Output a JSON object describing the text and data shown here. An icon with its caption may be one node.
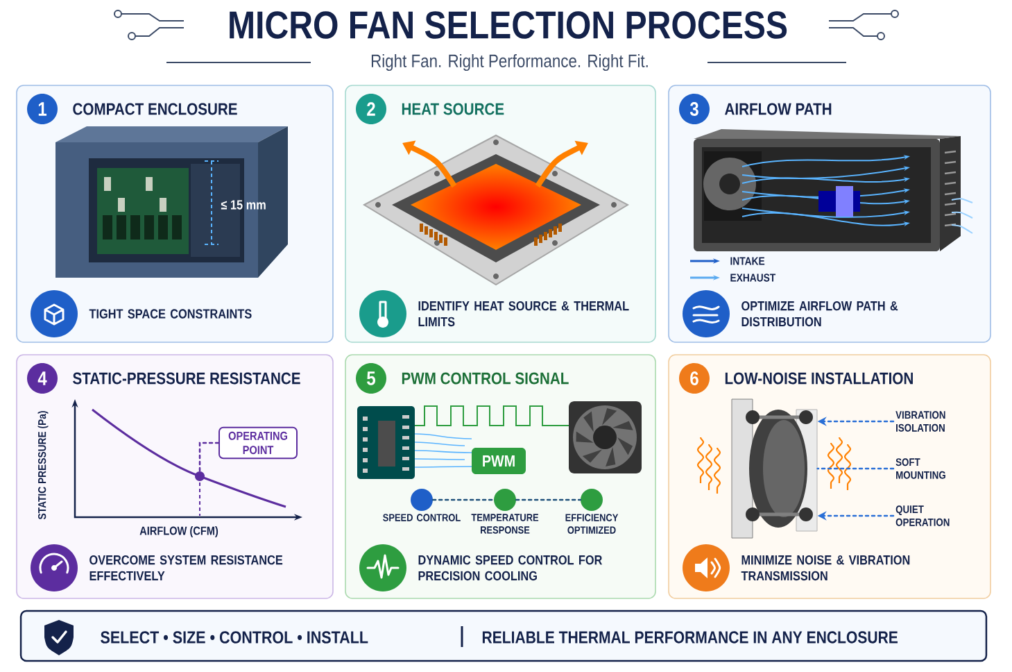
{
  "diagram": {
    "title": "MICRO FAN SELECTION PROCESS",
    "nodes": [
      {
        "text": [
          "1",
          "COMPACT ENCLOSURE",
          "TIGHT SPACE CONSTRAINTS"
        ]
      },
      {
        "text": [
          "2",
          "HEAT SOURCE",
          "IDENTIFY HEAT SOURCE & THERMAL LIMITS"
        ]
      },
      {
        "text": [
          "3",
          "AIRFLOW PATH",
          "OPTIMIZE AIRFLOW PATH & DISTRIBUTION"
        ]
      },
      {
        "text": [
          "4",
          "STATIC-PRESSURE RESISTANCE",
          "OVERCOME SYSTEM RESISTANCE EFFECTIVELY"
        ]
      },
      {
        "text": [
          "OPERATING POINT"
        ],
        "in": 3
      },
      {
        "text": [
          "5",
          "PWM CONTROL SIGNAL",
          "DYNAMIC SPEED CONTROL FOR PRECISION COOLING"
        ]
      },
      {
        "text": [
          "PWM"
        ],
        "in": 5
      },
      {
        "text": [
          "SPEED CONTROL"
        ],
        "in": 5
      },
      {
        "text": [
          "TEMPERATURE RESPONSE"
        ],
        "in": 5
      },
      {
        "text": [
          "EFFICIENCY OPTIMIZED"
        ],
        "in": 5
      },
      {
        "text": [
          "6",
          "LOW-NOISE INSTALLATION",
          "MINIMIZE NOISE & VIBRATION TRANSMISSION"
        ]
      },
      {
        "text": [
          "VIBRATION ISOLATION"
        ],
        "in": 10
      },
      {
        "text": [
          "SOFT MOUNTING"
        ],
        "in": 10
      },
      {
        "text": [
          "QUIET OPERATION"
        ],
        "in": 10
      },
      {
        "text": [
          "SELECT • SIZE • CONTROL • INSTALL",
          "RELIABLE THERMAL PERFORMANCE IN ANY ENCLOSURE"
        ]
      },
      {
        "text": [],
        "shape": "circle",
        "in": 3
      },
      {
        "text": [],
        "shape": "picture",
        "in": 10
      }
    ],
    "edges": [
      {
        "from": 4,
        "to": 15,
        "arrow": "none",
        "style": "dashed",
        "color": "#5c2d9f"
      },
      {
        "from": 7,
        "to": 8,
        "arrow": "none",
        "style": "dashed",
        "color": "#1f4f7a"
      },
      {
        "from": 8,
        "to": 9,
        "arrow": "none",
        "style": "dashed",
        "color": "#1f4f7a"
      },
      {
        "from": 11,
        "to": 16,
        "arrow": "to",
        "style": "dashed"
      },
      {
        "from": 12,
        "to": 16,
        "arrow": "none",
        "style": "dashed"
      },
      {
        "from": 13,
        "to": 16,
        "arrow": "to",
        "style": "dashed"
      }
    ],
    "labels": [
      "Right Fan. Right Performance. Right Fit.",
      "≤ 15 mm",
      "STATIC PRESSURE (Pa)",
      "AIRFLOW (CFM)"
    ],
    "legend": [
      {
        "text": "INTAKE"
      },
      {
        "text": "EXHAUST"
      }
    ]
  }
}
